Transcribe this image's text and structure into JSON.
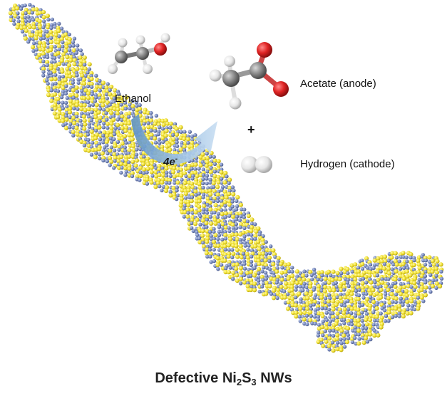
{
  "labels": {
    "ethanol": "Ethanol",
    "acetate": "Acetate (anode)",
    "plus": "+",
    "hydrogen": "Hydrogen (cathode)",
    "electrons": "4e",
    "electrons_sup": "-"
  },
  "caption": {
    "prefix": "Defective Ni",
    "sub1": "2",
    "mid": "S",
    "sub2": "3",
    "suffix": " NWs"
  },
  "colors": {
    "sulfur": "#f3e53a",
    "nickel": "#7e8fbe",
    "arrow": "#a9cbe8",
    "oxygen": "#e02727",
    "carbon": "#808080",
    "hydrogen": "#ececec"
  }
}
